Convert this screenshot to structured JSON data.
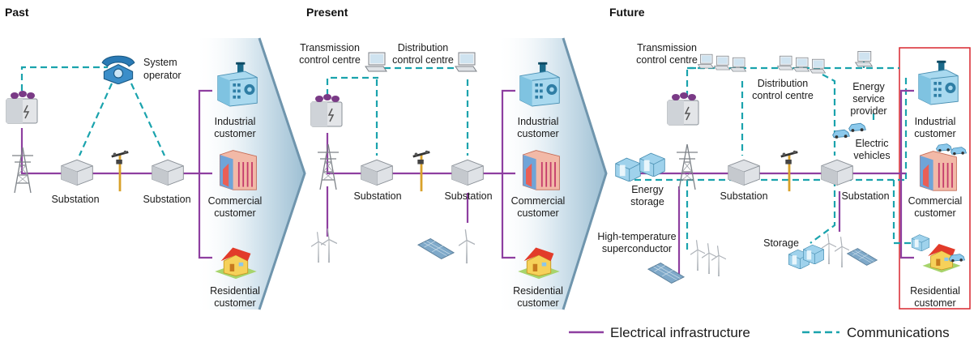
{
  "eras": {
    "past": "Past",
    "present": "Present",
    "future": "Future"
  },
  "past": {
    "system_operator": [
      "System",
      "operator"
    ],
    "substation_1": "Substation",
    "substation_2": "Substation",
    "industrial": [
      "Industrial",
      "customer"
    ],
    "commercial": [
      "Commercial",
      "customer"
    ],
    "residential": [
      "Residential",
      "customer"
    ]
  },
  "present": {
    "transmission": [
      "Transmission",
      "control centre"
    ],
    "distribution": [
      "Distribution",
      "control centre"
    ],
    "substation_1": "Substation",
    "substation_2": "Substation",
    "industrial": [
      "Industrial",
      "customer"
    ],
    "commercial": [
      "Commercial",
      "customer"
    ],
    "residential": [
      "Residential",
      "customer"
    ]
  },
  "future": {
    "transmission": [
      "Transmission",
      "control centre"
    ],
    "distribution": [
      "Distribution",
      "control centre"
    ],
    "energy_service": [
      "Energy",
      "service",
      "provider"
    ],
    "electric_vehicles": [
      "Electric",
      "vehicles"
    ],
    "energy_storage": [
      "Energy",
      "storage"
    ],
    "substation_1": "Substation",
    "substation_2": "Substation",
    "high_temp": [
      "High-temperature",
      "superconductor"
    ],
    "storage": "Storage",
    "industrial": [
      "Industrial",
      "customer"
    ],
    "commercial": [
      "Commercial",
      "customer"
    ],
    "residential": [
      "Residential",
      "customer"
    ]
  },
  "legend": {
    "electrical": "Electrical infrastructure",
    "communications": "Communications"
  },
  "colors": {
    "electrical": "#8e3fa0",
    "communications": "#1aa3ad",
    "highlight": "#d9272e",
    "chevron": "#b9d3e3"
  },
  "icons": [
    "generator-icon",
    "telephone-icon",
    "transmission-tower-icon",
    "substation-icon",
    "utility-pole-icon",
    "factory-icon",
    "office-building-icon",
    "house-icon",
    "computer-icon",
    "wind-turbine-icon",
    "solar-panel-icon",
    "battery-storage-icon",
    "electric-car-icon"
  ]
}
